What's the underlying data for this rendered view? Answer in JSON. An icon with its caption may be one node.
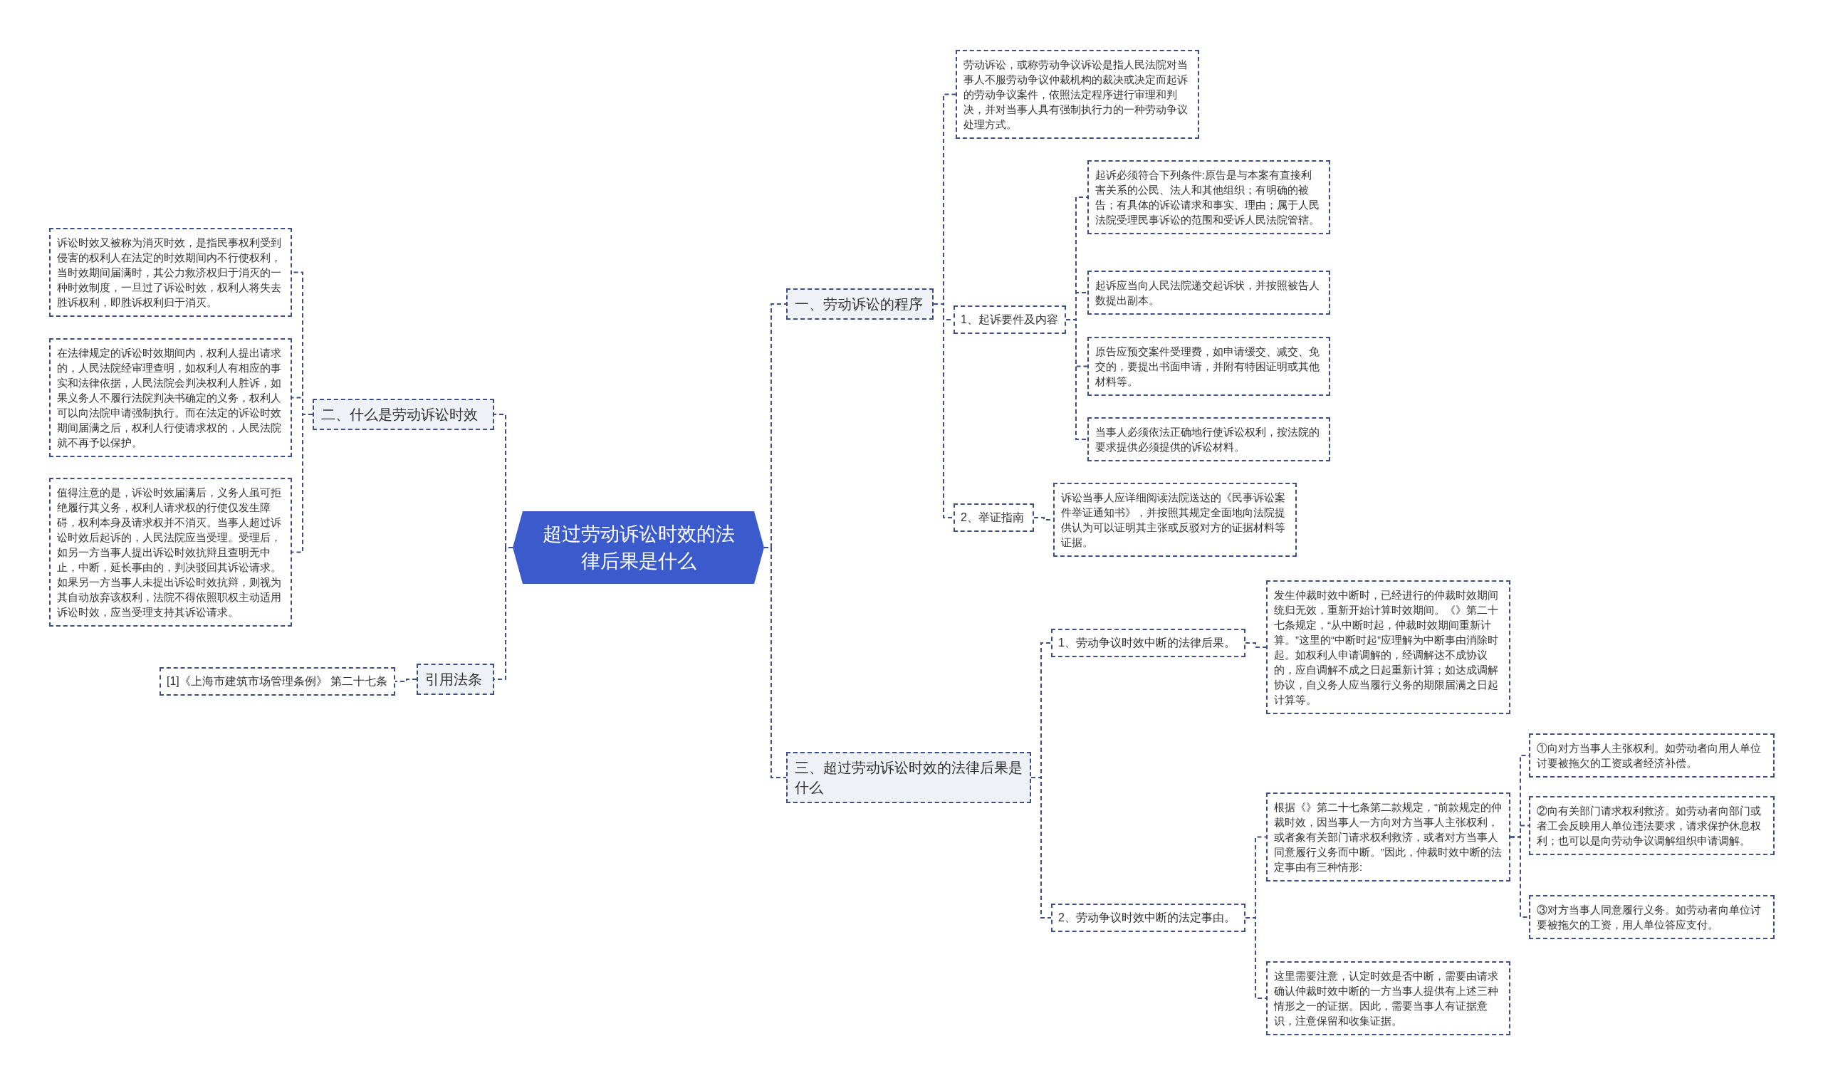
{
  "diagram": {
    "nodes": [
      {
        "text": [
          "超过劳动诉讼时效的法律后果是什么"
        ]
      },
      {
        "text": [
          "一、劳动诉讼的程序"
        ]
      },
      {
        "text": [
          "劳动诉讼，或称劳动争议诉讼是指人民法院对当事人不服劳动争议仲裁机构的裁决或决定而起诉的劳动争议案件，依照法定程序进行审理和判决，并对当事人具有强制执行力的一种劳动争议处理方式。"
        ]
      },
      {
        "text": [
          "1、起诉要件及内容"
        ]
      },
      {
        "text": [
          "起诉必须符合下列条件:原告是与本案有直接利害关系的公民、法人和其他组织；有明确的被告；有具体的诉讼请求和事实、理由；属于人民法院受理民事诉讼的范围和受诉人民法院管辖。"
        ]
      },
      {
        "text": [
          "起诉应当向人民法院递交起诉状，并按照被告人数提出副本。"
        ]
      },
      {
        "text": [
          "原告应预交案件受理费，如申请缓交、减交、免交的，要提出书面申请，并附有特困证明或其他材料等。"
        ]
      },
      {
        "text": [
          "当事人必须依法正确地行使诉讼权利，按法院的要求提供必须提供的诉讼材料。"
        ]
      },
      {
        "text": [
          "2、举证指南"
        ]
      },
      {
        "text": [
          "诉讼当事人应详细阅读法院送达的《民事诉讼案件举证通知书》，并按照其规定全面地向法院提供认为可以证明其主张或反驳对方的证据材料等证据。"
        ]
      },
      {
        "text": [
          "三、超过劳动诉讼时效的法律后果是什么"
        ]
      },
      {
        "text": [
          "1、劳动争议时效中断的法律后果。"
        ]
      },
      {
        "text": [
          "发生仲裁时效中断时，已经进行的仲裁时效期间统归无效，重新开始计算时效期间。《》第二十七条规定，“从中断时起，仲裁时效期间重新计算。”这里的“中断时起”应理解为中断事由消除时起。如权利人申请调解的，经调解达不成协议的，应自调解不成之日起重新计算；如达成调解协议，自义务人应当履行义务的期限届满之日起计算等。"
        ]
      },
      {
        "text": [
          "2、劳动争议时效中断的法定事由。"
        ]
      },
      {
        "text": [
          "根据《》第二十七条第二款规定，“前款规定的仲裁时效，因当事人一方向对方当事人主张权利，或者象有关部门请求权利救济，或者对方当事人同意履行义务而中断。”因此，仲裁时效中断的法定事由有三种情形:"
        ]
      },
      {
        "text": [
          "①向对方当事人主张权利。如劳动者向用人单位讨要被拖欠的工资或者经济补偿。"
        ]
      },
      {
        "text": [
          "②向有关部门请求权利救济。如劳动者向部门或者工会反映用人单位违法要求，请求保护休息权利；也可以是向劳动争议调解组织申请调解。"
        ]
      },
      {
        "text": [
          "③对方当事人同意履行义务。如劳动者向单位讨要被拖欠的工资，用人单位答应支付。"
        ]
      },
      {
        "text": [
          "这里需要注意，认定时效是否中断，需要由请求确认仲裁时效中断的一方当事人提供有上述三种情形之一的证据。因此，需要当事人有证据意识，注意保留和收集证据。"
        ]
      },
      {
        "text": [
          "二、什么是劳动诉讼时效"
        ]
      },
      {
        "text": [
          "诉讼时效又被称为消灭时效，是指民事权利受到侵害的权利人在法定的时效期间内不行使权利，当时效期间届满时，其公力救济权归于消灭的一种时效制度，一旦过了诉讼时效，权利人将失去胜诉权利，即胜诉权利归于消灭。"
        ]
      },
      {
        "text": [
          "在法律规定的诉讼时效期间内，权利人提出请求的，人民法院经审理查明，如权利人有相应的事实和法律依据，人民法院会判决权利人胜诉，如果义务人不履行法院判决书确定的义务，权利人可以向法院申请强制执行。而在法定的诉讼时效期间届满之后，权利人行使请求权的，人民法院就不再予以保护。"
        ]
      },
      {
        "text": [
          "值得注意的是，诉讼时效届满后，义务人虽可拒绝履行其义务，权利人请求权的行使仅发生障碍，权利本身及请求权并不消灭。当事人超过诉讼时效后起诉的，人民法院应当受理。受理后，如另一方当事人提出诉讼时效抗辩且查明无中止，中断，延长事由的，判决驳回其诉讼请求。如果另一方当事人未提出诉讼时效抗辩，则视为其自动放弃该权利，法院不得依照职权主动适用诉讼时效，应当受理支持其诉讼请求。"
        ]
      },
      {
        "text": [
          "引用法条"
        ]
      },
      {
        "text": [
          "[1]《上海市建筑市场管理条例》 第二十七条"
        ]
      }
    ],
    "edges": [
      {
        "from": 0,
        "to": 1,
        "arrow": "none"
      },
      {
        "from": 1,
        "to": 2,
        "arrow": "none"
      },
      {
        "from": 1,
        "to": 3,
        "arrow": "none"
      },
      {
        "from": 3,
        "to": 4,
        "arrow": "none"
      },
      {
        "from": 3,
        "to": 5,
        "arrow": "none"
      },
      {
        "from": 3,
        "to": 6,
        "arrow": "none"
      },
      {
        "from": 3,
        "to": 7,
        "arrow": "none"
      },
      {
        "from": 1,
        "to": 8,
        "arrow": "none"
      },
      {
        "from": 8,
        "to": 9,
        "arrow": "none"
      },
      {
        "from": 0,
        "to": 10,
        "arrow": "none"
      },
      {
        "from": 10,
        "to": 11,
        "arrow": "none"
      },
      {
        "from": 11,
        "to": 12,
        "arrow": "none"
      },
      {
        "from": 10,
        "to": 13,
        "arrow": "none"
      },
      {
        "from": 13,
        "to": 14,
        "arrow": "none"
      },
      {
        "from": 14,
        "to": 15,
        "arrow": "none"
      },
      {
        "from": 14,
        "to": 16,
        "arrow": "none"
      },
      {
        "from": 14,
        "to": 17,
        "arrow": "none"
      },
      {
        "from": 13,
        "to": 18,
        "arrow": "none"
      },
      {
        "from": 0,
        "to": 19,
        "arrow": "none"
      },
      {
        "from": 19,
        "to": 20,
        "arrow": "none"
      },
      {
        "from": 19,
        "to": 21,
        "arrow": "none"
      },
      {
        "from": 19,
        "to": 22,
        "arrow": "none"
      },
      {
        "from": 0,
        "to": 23,
        "arrow": "none"
      },
      {
        "from": 23,
        "to": 24,
        "arrow": "none"
      }
    ]
  }
}
